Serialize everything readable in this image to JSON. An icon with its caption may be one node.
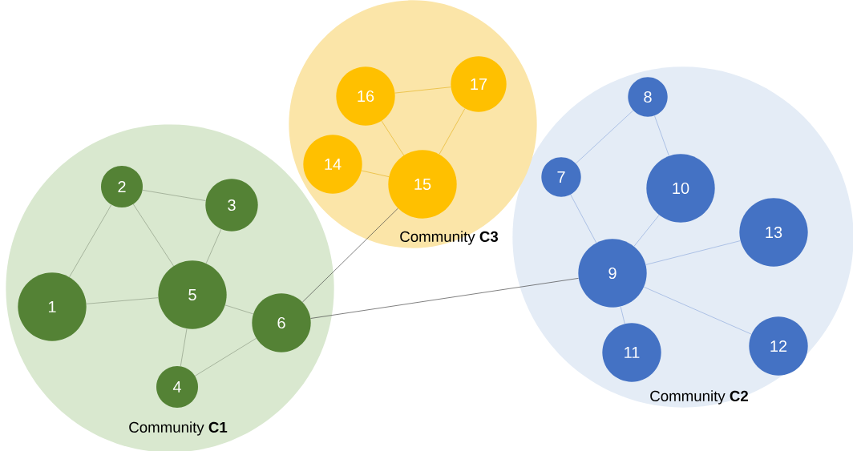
{
  "diagram": {
    "nodes": [
      {
        "text": [
          "Community **C1**"
        ]
      },
      {
        "text": [
          "1"
        ],
        "in": 0
      },
      {
        "text": [
          "2"
        ],
        "in": 0
      },
      {
        "text": [
          "3"
        ],
        "in": 0
      },
      {
        "text": [
          "4"
        ],
        "in": 0
      },
      {
        "text": [
          "5"
        ],
        "in": 0
      },
      {
        "text": [
          "6"
        ],
        "in": 0
      },
      {
        "text": [
          "Community **C2**"
        ]
      },
      {
        "text": [
          "7"
        ],
        "in": 7
      },
      {
        "text": [
          "8"
        ],
        "in": 7
      },
      {
        "text": [
          "9"
        ],
        "in": 7
      },
      {
        "text": [
          "10"
        ],
        "in": 7
      },
      {
        "text": [
          "11"
        ],
        "in": 7
      },
      {
        "text": [
          "12"
        ],
        "in": 7
      },
      {
        "text": [
          "13"
        ],
        "in": 7
      },
      {
        "text": [
          "Community **C3**"
        ]
      },
      {
        "text": [
          "14"
        ],
        "in": 15
      },
      {
        "text": [
          "15"
        ],
        "in": 15
      },
      {
        "text": [
          "16"
        ],
        "in": 15
      },
      {
        "text": [
          "17"
        ],
        "in": 15
      }
    ],
    "edges": [
      {
        "from": 1,
        "to": 2,
        "arrow": "none",
        "color": "#8c9a84"
      },
      {
        "from": 1,
        "to": 5,
        "arrow": "none",
        "color": "#8c9a84"
      },
      {
        "from": 2,
        "to": 3,
        "arrow": "none",
        "color": "#8c9a84"
      },
      {
        "from": 2,
        "to": 5,
        "arrow": "none",
        "color": "#8c9a84"
      },
      {
        "from": 3,
        "to": 5,
        "arrow": "none",
        "color": "#8c9a84"
      },
      {
        "from": 5,
        "to": 6,
        "arrow": "none",
        "color": "#8c9a84"
      },
      {
        "from": 5,
        "to": 4,
        "arrow": "none",
        "color": "#8c9a84"
      },
      {
        "from": 4,
        "to": 6,
        "arrow": "none",
        "color": "#8c9a84"
      },
      {
        "from": 9,
        "to": 8,
        "arrow": "none",
        "color": "#8faadc"
      },
      {
        "from": 9,
        "to": 11,
        "arrow": "none",
        "color": "#8faadc"
      },
      {
        "from": 8,
        "to": 10,
        "arrow": "none",
        "color": "#8faadc"
      },
      {
        "from": 11,
        "to": 10,
        "arrow": "none",
        "color": "#8faadc"
      },
      {
        "from": 10,
        "to": 14,
        "arrow": "none",
        "color": "#8faadc"
      },
      {
        "from": 10,
        "to": 12,
        "arrow": "none",
        "color": "#8faadc"
      },
      {
        "from": 10,
        "to": 13,
        "arrow": "none",
        "color": "#8faadc"
      },
      {
        "from": 18,
        "to": 19,
        "arrow": "none",
        "color": "#e6b422"
      },
      {
        "from": 18,
        "to": 17,
        "arrow": "none",
        "color": "#e6b422"
      },
      {
        "from": 16,
        "to": 17,
        "arrow": "none",
        "color": "#e6b422"
      },
      {
        "from": 19,
        "to": 17,
        "arrow": "none",
        "color": "#e6b422"
      },
      {
        "from": 6,
        "to": 17,
        "arrow": "none",
        "color": "#404040"
      },
      {
        "from": 6,
        "to": 10,
        "arrow": "none",
        "color": "#404040"
      }
    ]
  }
}
